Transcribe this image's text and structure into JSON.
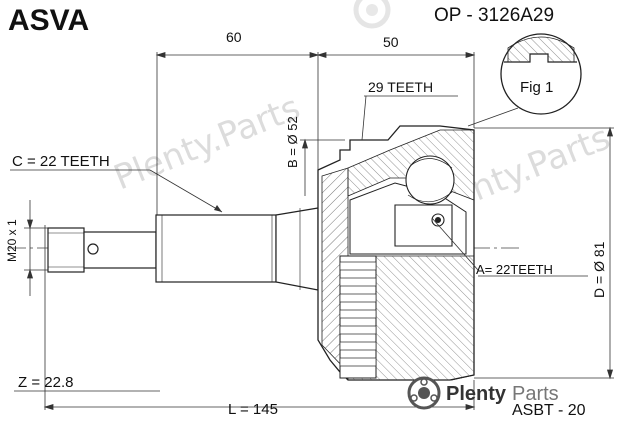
{
  "header": {
    "brand": "ASVA",
    "part_number": "OP - 3126A29"
  },
  "dimensions": {
    "top_left": "60",
    "top_right": "50",
    "length": "L = 145",
    "z": "Z = 22.8",
    "thread": "M20 x 1",
    "b": "B = Ø 52",
    "d": "D = Ø 81"
  },
  "callouts": {
    "abs_ring": "29 TEETH",
    "shaft_spline": "C = 22  TEETH",
    "inner_spline": "A= 22TEETH",
    "figure": "Fig 1"
  },
  "footer": {
    "code": "ASBT - 20"
  },
  "watermark": {
    "brand_bold": "Plenty",
    "brand_light": "Parts",
    "faint_text": "Plenty.Parts"
  }
}
